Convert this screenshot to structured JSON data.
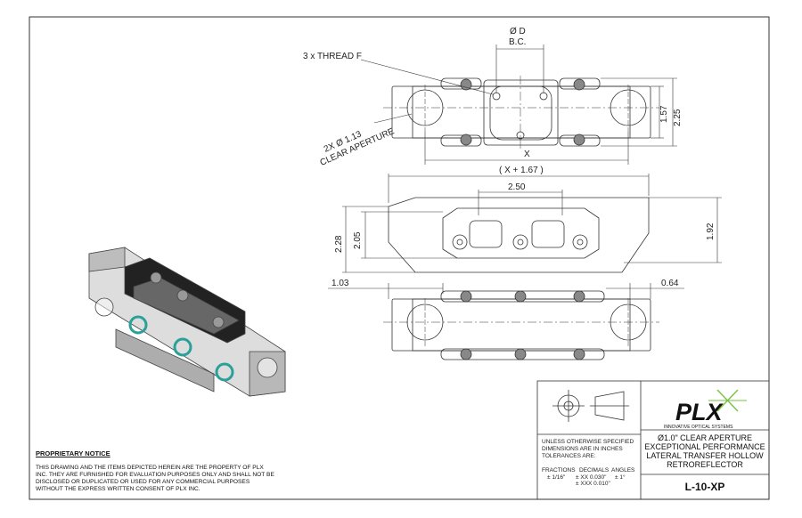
{
  "dimensions": {
    "diameter_d": "Ø D",
    "bc": "B.C.",
    "thread": "3 x THREAD F",
    "clear_aperture_dim": "2X Ø 1.13",
    "clear_aperture": "CLEAR APERTURE",
    "x": "X",
    "x_plus": "( X + 1.67 )",
    "d_1_57": "1.57",
    "d_2_25": "2.25",
    "d_2_50": "2.50",
    "d_2_28": "2.28",
    "d_2_05": "2.05",
    "d_1_92": "1.92",
    "d_1_03": "1.03",
    "d_0_64": "0.64"
  },
  "title_block": {
    "logo_text": "PLX",
    "logo_tagline": "INNOVATIVE OPTICAL SYSTEMS",
    "units_line1": "UNLESS OTHERWISE SPECIFIED",
    "units_line2": "DIMENSIONS ARE IN INCHES",
    "units_line3": "TOLERANCES ARE:",
    "tol_header_fractions": "FRACTIONS",
    "tol_header_decimals": "DECIMALS",
    "tol_header_angles": "ANGLES",
    "tol_fraction": "± 1/16\"",
    "tol_xx": "± XX  0.030\"",
    "tol_xxx": "± XXX 0.010\"",
    "tol_angle": "± 1°",
    "desc_line1": "Ø1.0\" CLEAR APERTURE",
    "desc_line2": "EXCEPTIONAL PERFORMANCE",
    "desc_line3": "LATERAL TRANSFER HOLLOW",
    "desc_line4": "RETROREFLECTOR",
    "part_number": "L-10-XP"
  },
  "notice": {
    "title": "PROPRIETARY NOTICE",
    "body": "THIS DRAWING AND THE ITEMS DEPICTED HEREIN ARE THE PROPERTY OF PLX INC. THEY ARE FURNISHED FOR EVALUATION PURPOSES ONLY AND SHALL NOT BE DISCLOSED OR DUPLICATED OR USED FOR ANY COMMERCIAL PURPOSES WITHOUT THE EXPRESS WRITTEN CONSENT OF PLX INC."
  },
  "colors": {
    "accent_green": "#2aa198",
    "logo_green": "#7ac143"
  }
}
